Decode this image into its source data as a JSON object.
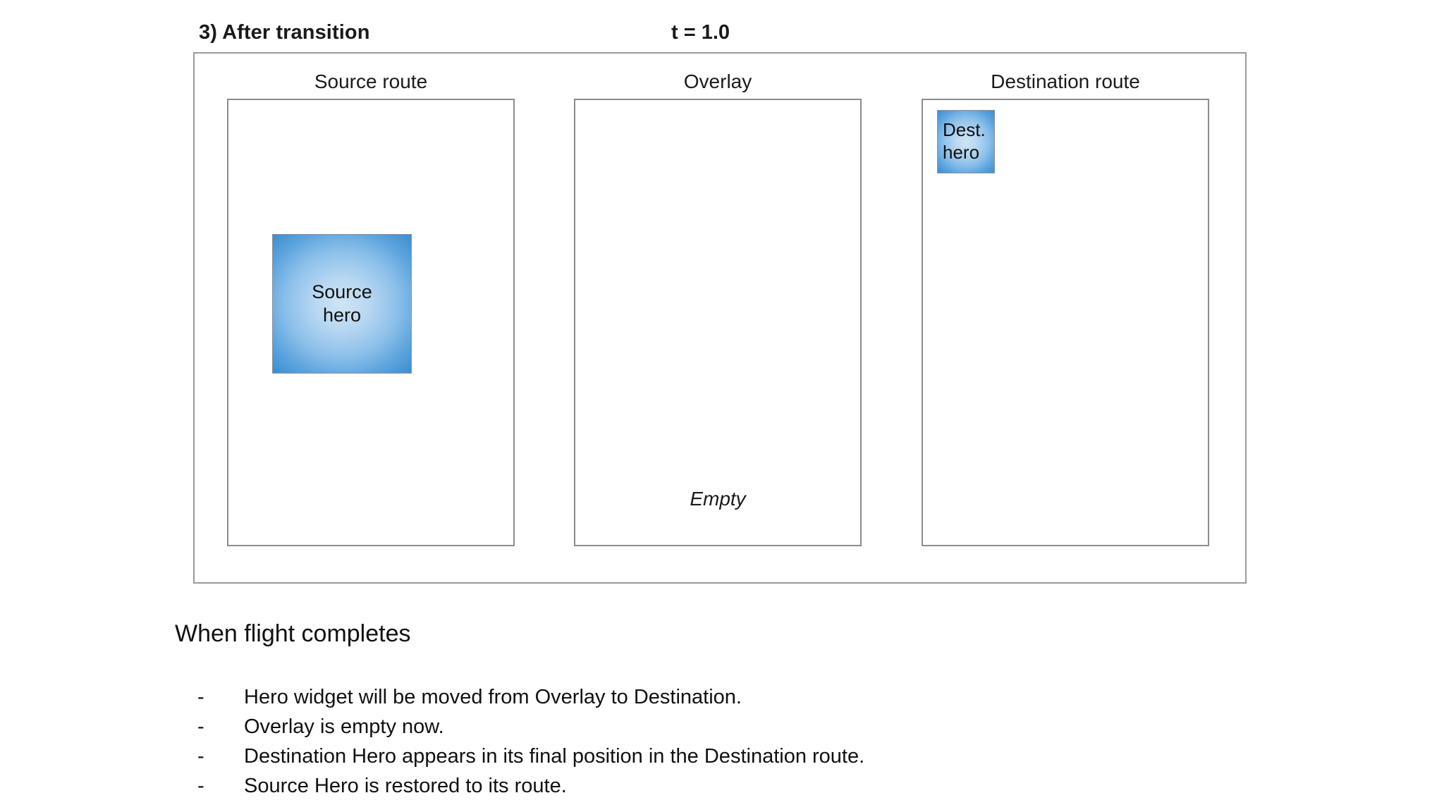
{
  "slide": {
    "title": "3) After transition",
    "time_label": "t = 1.0"
  },
  "diagram": {
    "columns": [
      {
        "key": "source",
        "heading": "Source route",
        "hero": {
          "line1": "Source",
          "line2": "hero"
        }
      },
      {
        "key": "overlay",
        "heading": "Overlay",
        "empty_label": "Empty"
      },
      {
        "key": "destination",
        "heading": "Destination route",
        "hero": {
          "line1": "Dest.",
          "line2": "hero"
        }
      }
    ],
    "colors": {
      "frame_border": "#9a9a9a",
      "panel_border": "#8c8c8c",
      "hero_border": "#8e9296",
      "hero_center": "#cfe4f6",
      "hero_edge": "#3d8fd1",
      "text": "#111111",
      "background": "#ffffff"
    }
  },
  "caption": {
    "heading": "When flight completes",
    "bullet_marker": "-",
    "bullets": [
      "Hero widget will be moved from Overlay to Destination.",
      "Overlay is empty now.",
      "Destination Hero appears in its final position in the Destination route.",
      "Source Hero is restored to its route."
    ]
  }
}
